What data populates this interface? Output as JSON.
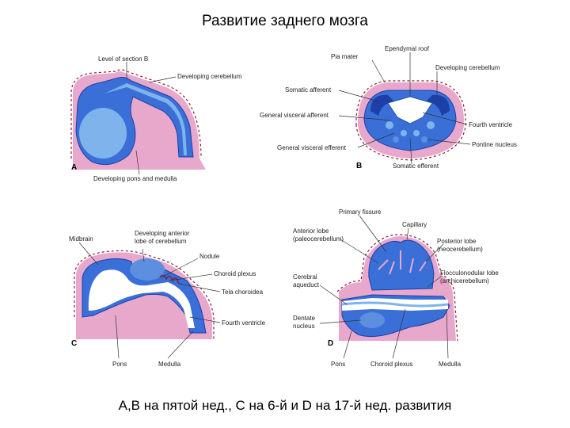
{
  "title": "Развитие заднего мозга",
  "caption": "А,В на пятой нед., С на 6-й и D на 17-й нед. развития",
  "colors": {
    "neural_blue": "#3a6fd8",
    "light_blue": "#7fb3ec",
    "ventricle_white": "#ffffff",
    "mesoderm_pink": "#e8a8cc",
    "dark_blue": "#1c3fa8",
    "pia_red": "#8b1a2e"
  },
  "panels": {
    "A": {
      "letter": "A",
      "labels": {
        "level_of_section": "Level of section B",
        "developing_cerebellum": "Developing cerebellum",
        "developing_pons_medulla": "Developing pons and medulla"
      }
    },
    "B": {
      "letter": "B",
      "labels": {
        "ependymal_roof": "Ependymal roof",
        "pia_mater": "Pia mater",
        "developing_cerebellum": "Developing cerebellum",
        "somatic_afferent": "Somatic afferent",
        "general_visceral_afferent": "General visceral afferent",
        "fourth_ventricle": "Fourth ventricle",
        "general_visceral_efferent": "General visceral efferent",
        "pontine_nucleus": "Pontine nucleus",
        "somatic_efferent": "Somatic efferent"
      }
    },
    "C": {
      "letter": "C",
      "labels": {
        "midbrain": "Midbrain",
        "developing_anterior_lobe_1": "Developing anterior",
        "developing_anterior_lobe_2": "lobe of cerebellum",
        "nodule": "Nodule",
        "choroid_plexus": "Choroid plexus",
        "tela_choroidea": "Tela choroidea",
        "fourth_ventricle": "Fourth ventricle",
        "pons": "Pons",
        "medulla": "Medulla"
      }
    },
    "D": {
      "letter": "D",
      "labels": {
        "primary_fissure": "Primary fissure",
        "capillary": "Capillary",
        "anterior_lobe_1": "Anterior lobe",
        "anterior_lobe_2": "(paleocerebellum)",
        "posterior_lobe_1": "Posterior lobe",
        "posterior_lobe_2": "(neocerebellum)",
        "cerebral_aqueduct_1": "Cerebral",
        "cerebral_aqueduct_2": "aqueduct",
        "flocculonodular_1": "Flocculonodular lobe",
        "flocculonodular_2": "(archicerebellum)",
        "dentate_nucleus_1": "Dentate",
        "dentate_nucleus_2": "nucleus",
        "pons": "Pons",
        "choroid_plexus": "Choroid plexus",
        "medulla": "Medulla"
      }
    }
  }
}
